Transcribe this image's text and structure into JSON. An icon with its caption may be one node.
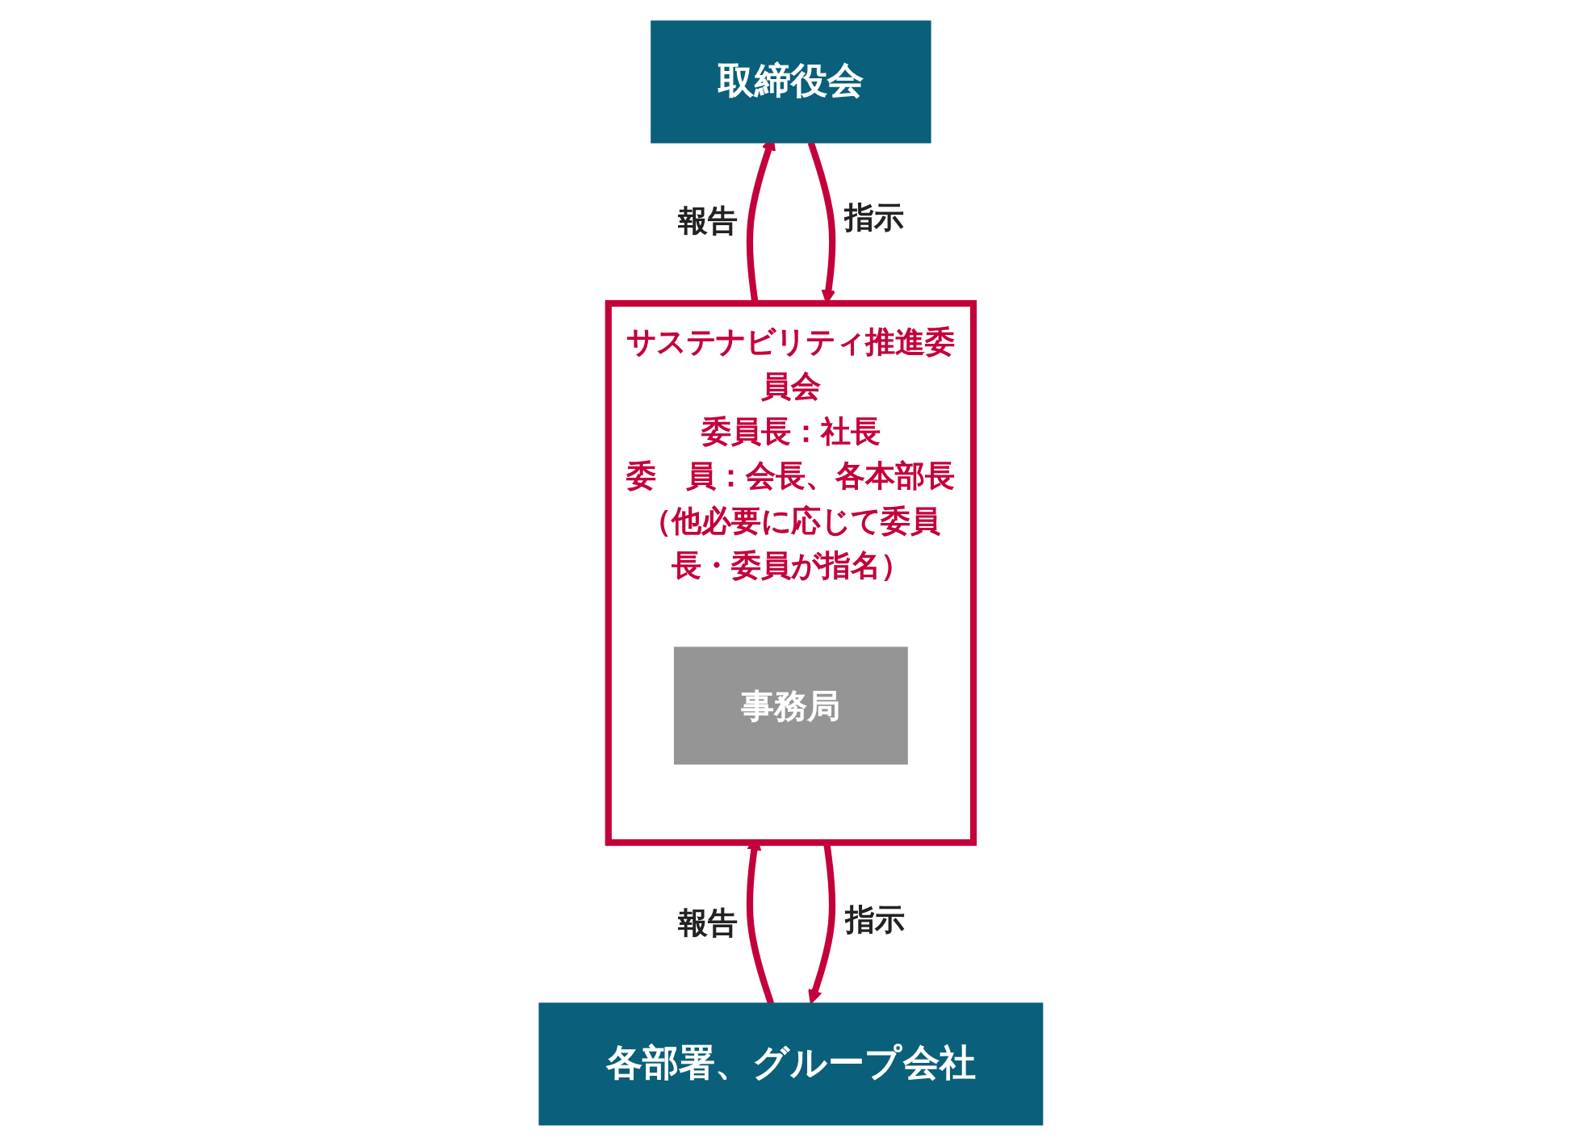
{
  "diagram": {
    "nodes": [
      {
        "text": [
          "取締役会"
        ]
      },
      {
        "text": [
          "サステナビリティ推進委員会",
          "委員長：社長",
          "委　員：会長、各本部長（他必要に応じて委員長・委員が指名）"
        ]
      },
      {
        "text": [
          "事務局"
        ],
        "in": 1
      },
      {
        "text": [
          "各部署、グループ会社"
        ]
      }
    ],
    "edges": [
      {
        "from": 1,
        "to": 0,
        "arrow": "to",
        "label": "報告"
      },
      {
        "from": 0,
        "to": 1,
        "arrow": "to",
        "label": "指示"
      },
      {
        "from": 3,
        "to": 1,
        "arrow": "to",
        "label": "報告"
      },
      {
        "from": 1,
        "to": 3,
        "arrow": "to",
        "label": "指示"
      }
    ]
  }
}
